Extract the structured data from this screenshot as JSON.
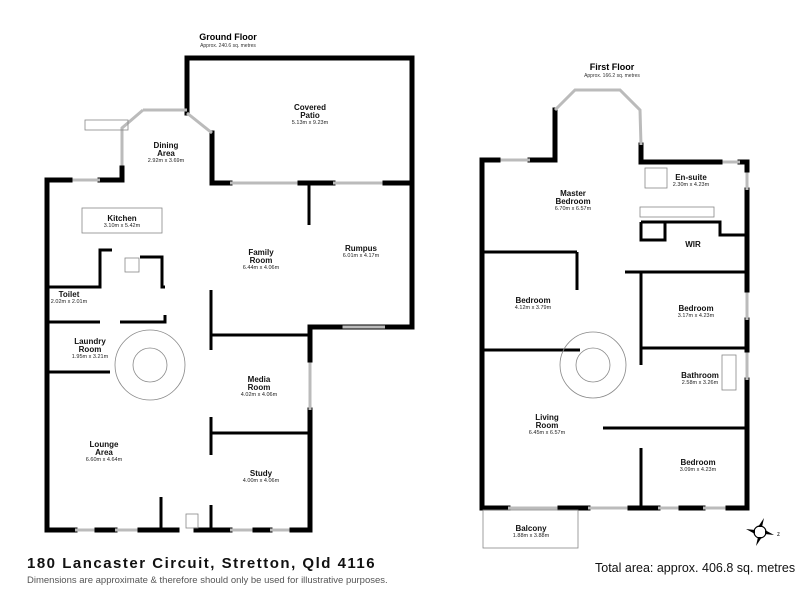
{
  "ground_floor": {
    "title": "Ground Floor",
    "area": "Approx. 240.6 sq. metres",
    "rooms": [
      {
        "name": "Covered",
        "name2": "Patio",
        "dims": "5.13m x 9.23m"
      },
      {
        "name": "Dining",
        "name2": "Area",
        "dims": "2.92m x 3.69m"
      },
      {
        "name": "Kitchen",
        "name2": "",
        "dims": "3.10m x 5.42m"
      },
      {
        "name": "Family",
        "name2": "Room",
        "dims": "6.44m x 4.06m"
      },
      {
        "name": "Rumpus",
        "name2": "",
        "dims": "6.01m x 4.17m"
      },
      {
        "name": "Toilet",
        "name2": "",
        "dims": "2.02m x 2.01m"
      },
      {
        "name": "Laundry",
        "name2": "Room",
        "dims": "1.95m x 3.21m"
      },
      {
        "name": "Media",
        "name2": "Room",
        "dims": "4.02m x 4.06m"
      },
      {
        "name": "Lounge",
        "name2": "Area",
        "dims": "6.60m x 4.64m"
      },
      {
        "name": "Study",
        "name2": "",
        "dims": "4.00m x 4.06m"
      }
    ]
  },
  "first_floor": {
    "title": "First Floor",
    "area": "Approx. 166.2 sq. metres",
    "rooms": [
      {
        "name": "Master",
        "name2": "Bedroom",
        "dims": "6.70m x 6.57m"
      },
      {
        "name": "En-suite",
        "name2": "",
        "dims": "2.30m x 4.23m"
      },
      {
        "name": "WIR",
        "name2": "",
        "dims": ""
      },
      {
        "name": "Bedroom",
        "name2": "",
        "dims": "4.12m x 3.79m"
      },
      {
        "name": "Bedroom",
        "name2": "",
        "dims": "3.17m x 4.23m"
      },
      {
        "name": "Bathroom",
        "name2": "",
        "dims": "2.58m x 3.26m"
      },
      {
        "name": "Living",
        "name2": "Room",
        "dims": "6.45m x 6.57m"
      },
      {
        "name": "Bedroom",
        "name2": "",
        "dims": "3.09m x 4.23m"
      },
      {
        "name": "Balcony",
        "name2": "",
        "dims": "1.88m x 3.88m"
      }
    ]
  },
  "compass": {
    "icon": "compass-icon",
    "label": "z"
  },
  "footer": {
    "address": "180 Lancaster Circuit, Stretton, Qld 4116",
    "disclaimer": "Dimensions are approximate & therefore should only be used for illustrative purposes.",
    "total_area": "Total area: approx. 406.8 sq. metres"
  }
}
